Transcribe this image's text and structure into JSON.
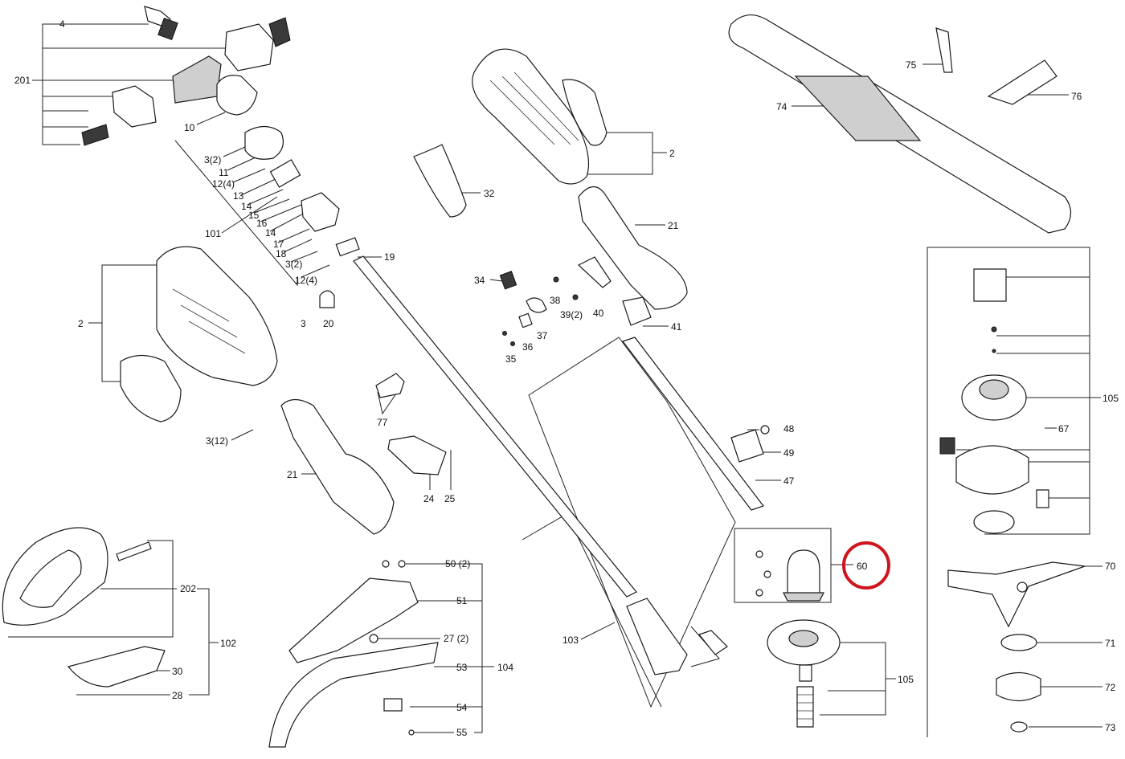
{
  "callouts": [
    {
      "id": "c-4",
      "text": "4"
    },
    {
      "id": "c-201",
      "text": "201"
    },
    {
      "id": "c-10",
      "text": "10"
    },
    {
      "id": "c-3-2-a",
      "text": "3(2)"
    },
    {
      "id": "c-11",
      "text": "11"
    },
    {
      "id": "c-12-4-a",
      "text": "12(4)"
    },
    {
      "id": "c-13",
      "text": "13"
    },
    {
      "id": "c-14-a",
      "text": "14"
    },
    {
      "id": "c-15",
      "text": "15"
    },
    {
      "id": "c-16",
      "text": "16"
    },
    {
      "id": "c-101",
      "text": "101"
    },
    {
      "id": "c-14-b",
      "text": "14"
    },
    {
      "id": "c-17",
      "text": "17"
    },
    {
      "id": "c-18",
      "text": "18"
    },
    {
      "id": "c-3-2-b",
      "text": "3(2)"
    },
    {
      "id": "c-12-4-b",
      "text": "12(4)"
    },
    {
      "id": "c-19",
      "text": "19"
    },
    {
      "id": "c-3",
      "text": "3"
    },
    {
      "id": "c-20",
      "text": "20"
    },
    {
      "id": "c-2-left",
      "text": "2"
    },
    {
      "id": "c-3-12",
      "text": "3(12)"
    },
    {
      "id": "c-77",
      "text": "77"
    },
    {
      "id": "c-21-left",
      "text": "21"
    },
    {
      "id": "c-24",
      "text": "24"
    },
    {
      "id": "c-25",
      "text": "25"
    },
    {
      "id": "c-32",
      "text": "32"
    },
    {
      "id": "c-2-right",
      "text": "2"
    },
    {
      "id": "c-21-right",
      "text": "21"
    },
    {
      "id": "c-34",
      "text": "34"
    },
    {
      "id": "c-38",
      "text": "38"
    },
    {
      "id": "c-39-2",
      "text": "39(2)"
    },
    {
      "id": "c-40",
      "text": "40"
    },
    {
      "id": "c-41",
      "text": "41"
    },
    {
      "id": "c-37",
      "text": "37"
    },
    {
      "id": "c-36",
      "text": "36"
    },
    {
      "id": "c-35",
      "text": "35"
    },
    {
      "id": "c-48",
      "text": "48"
    },
    {
      "id": "c-49",
      "text": "49"
    },
    {
      "id": "c-47",
      "text": "47"
    },
    {
      "id": "c-60",
      "text": "60"
    },
    {
      "id": "c-103",
      "text": "103"
    },
    {
      "id": "c-105-mid",
      "text": "105"
    },
    {
      "id": "c-75",
      "text": "75"
    },
    {
      "id": "c-76",
      "text": "76"
    },
    {
      "id": "c-74",
      "text": "74"
    },
    {
      "id": "c-105-right",
      "text": "105"
    },
    {
      "id": "c-67",
      "text": "67"
    },
    {
      "id": "c-70",
      "text": "70"
    },
    {
      "id": "c-71",
      "text": "71"
    },
    {
      "id": "c-72",
      "text": "72"
    },
    {
      "id": "c-73",
      "text": "73"
    },
    {
      "id": "c-202",
      "text": "202"
    },
    {
      "id": "c-102",
      "text": "102"
    },
    {
      "id": "c-30",
      "text": "30"
    },
    {
      "id": "c-28",
      "text": "28"
    },
    {
      "id": "c-50-2",
      "text": "50 (2)"
    },
    {
      "id": "c-51",
      "text": "51"
    },
    {
      "id": "c-27-2",
      "text": "27 (2)"
    },
    {
      "id": "c-104",
      "text": "104"
    },
    {
      "id": "c-53",
      "text": "53"
    },
    {
      "id": "c-54",
      "text": "54"
    },
    {
      "id": "c-55",
      "text": "55"
    }
  ],
  "highlight": {
    "label": "60",
    "color": "#d0141e"
  }
}
